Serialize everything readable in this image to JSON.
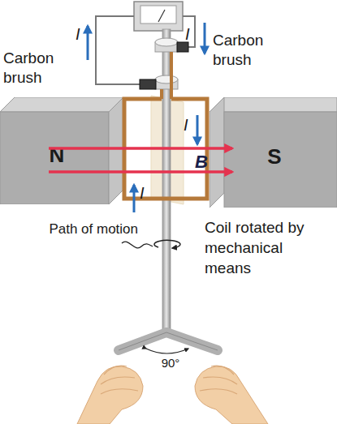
{
  "diagram": {
    "nodes": [
      {
        "text": [
          "N"
        ]
      },
      {
        "text": [
          "S"
        ]
      }
    ],
    "labels": [
      "I",
      "I",
      "Carbon brush",
      "Carbon brush",
      "I",
      "B",
      "I",
      "Path of motion",
      "Coil rotated by mechanical means",
      "90°"
    ]
  }
}
